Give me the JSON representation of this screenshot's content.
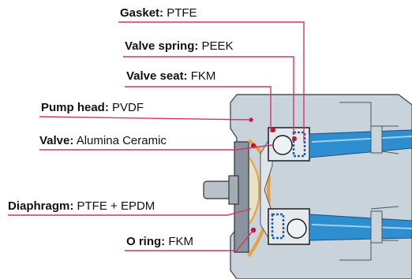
{
  "colors": {
    "leader": "#d6336c",
    "body_fill": "#c9d3dc",
    "body_stroke": "#4b5560",
    "diaphragm": "#e8a13a",
    "tube": "#2e8fd0",
    "spring": "#1f5fae",
    "seat_red": "#c8102e",
    "ball": "#eef2f5",
    "shaft": "#b9c2ca",
    "outline": "#1a1a1a"
  },
  "labels": [
    {
      "key": "gasket",
      "part": "Gasket:",
      "material": "PTFE"
    },
    {
      "key": "spring",
      "part": "Valve spring:",
      "material": "PEEK"
    },
    {
      "key": "seat",
      "part": "Valve seat:",
      "material": "FKM"
    },
    {
      "key": "head",
      "part": "Pump head:",
      "material": "PVDF"
    },
    {
      "key": "valve",
      "part": "Valve:",
      "material": "Alumina Ceramic"
    },
    {
      "key": "diaphragm",
      "part": "Diaphragm:",
      "material": "PTFE + EPDM"
    },
    {
      "key": "oring",
      "part": "O ring:",
      "material": "FKM"
    }
  ]
}
